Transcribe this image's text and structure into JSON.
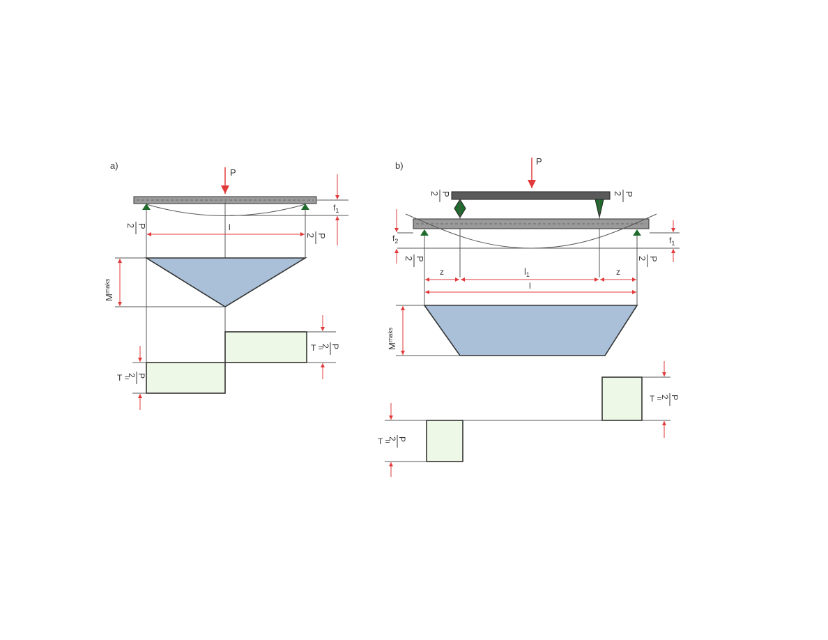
{
  "panel_a": {
    "label": "a)",
    "load": "P",
    "span": "l",
    "deflection": "f",
    "deflection_sub": "1",
    "reaction_num": "P",
    "reaction_den": "2",
    "moment": "M",
    "moment_sub": "maks",
    "shear_prefix": "T =",
    "shear_num": "P",
    "shear_den": "2"
  },
  "panel_b": {
    "label": "b)",
    "load": "P",
    "span": "l",
    "inner_span": "l",
    "inner_span_sub": "1",
    "overhang": "z",
    "deflection_1": "f",
    "deflection_1_sub": "1",
    "deflection_2": "f",
    "deflection_2_sub": "2",
    "reaction_num": "P",
    "reaction_den": "2",
    "moment": "M",
    "moment_sub": "maks",
    "shear_prefix": "T =",
    "shear_num": "P",
    "shear_den": "2"
  },
  "colors": {
    "beam": "#9a9a9a",
    "upper_beam": "#5a5a5a",
    "moment_fill": "#a9c0d8",
    "shear_fill": "#eef8e6",
    "support": "#1f6b2b",
    "dimension": "#e23a3a"
  }
}
